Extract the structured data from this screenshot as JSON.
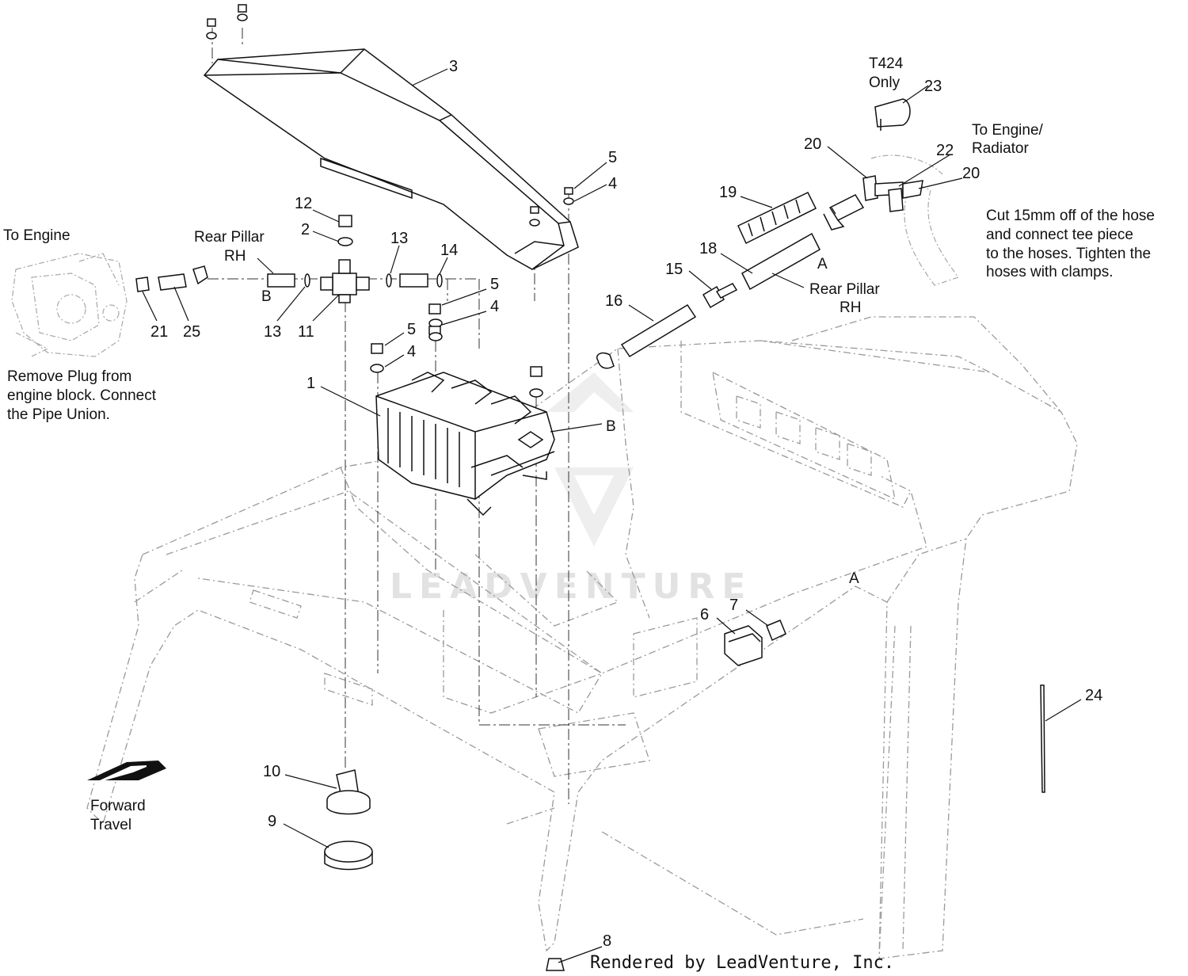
{
  "callouts": {
    "c1": "1",
    "c2": "2",
    "c3": "3",
    "c4a": "4",
    "c4b": "4",
    "c4c": "4",
    "c5a": "5",
    "c5b": "5",
    "c5c": "5",
    "c6": "6",
    "c7": "7",
    "c8": "8",
    "c9": "9",
    "c10": "10",
    "c11": "11",
    "c12": "12",
    "c13a": "13",
    "c13b": "13",
    "c14": "14",
    "c15": "15",
    "c16": "16",
    "c18": "18",
    "c19": "19",
    "c20a": "20",
    "c20b": "20",
    "c21": "21",
    "c22": "22",
    "c23": "23",
    "c24": "24",
    "c25": "25"
  },
  "labels": {
    "to_engine": "To Engine",
    "rear_pillar_left": [
      "Rear Pillar",
      "RH"
    ],
    "rear_pillar_right": [
      "Rear Pillar",
      "RH"
    ],
    "b_left": "B",
    "b_right": "B",
    "a_upper": "A",
    "a_lower": "A",
    "t424": [
      "T424",
      "Only"
    ],
    "to_engine_radiator": [
      "To Engine/",
      "Radiator"
    ],
    "remove_plug_note": [
      "Remove Plug from",
      "engine block. Connect",
      "the Pipe Union."
    ],
    "cut_hose_note": [
      "Cut 15mm off of the hose",
      "and connect tee piece",
      "to the hoses. Tighten the",
      "hoses with clamps."
    ],
    "forward_travel": [
      "Forward",
      "Travel"
    ]
  },
  "watermark": "LEADVENTURE",
  "credit": "Rendered by LeadVenture, Inc."
}
